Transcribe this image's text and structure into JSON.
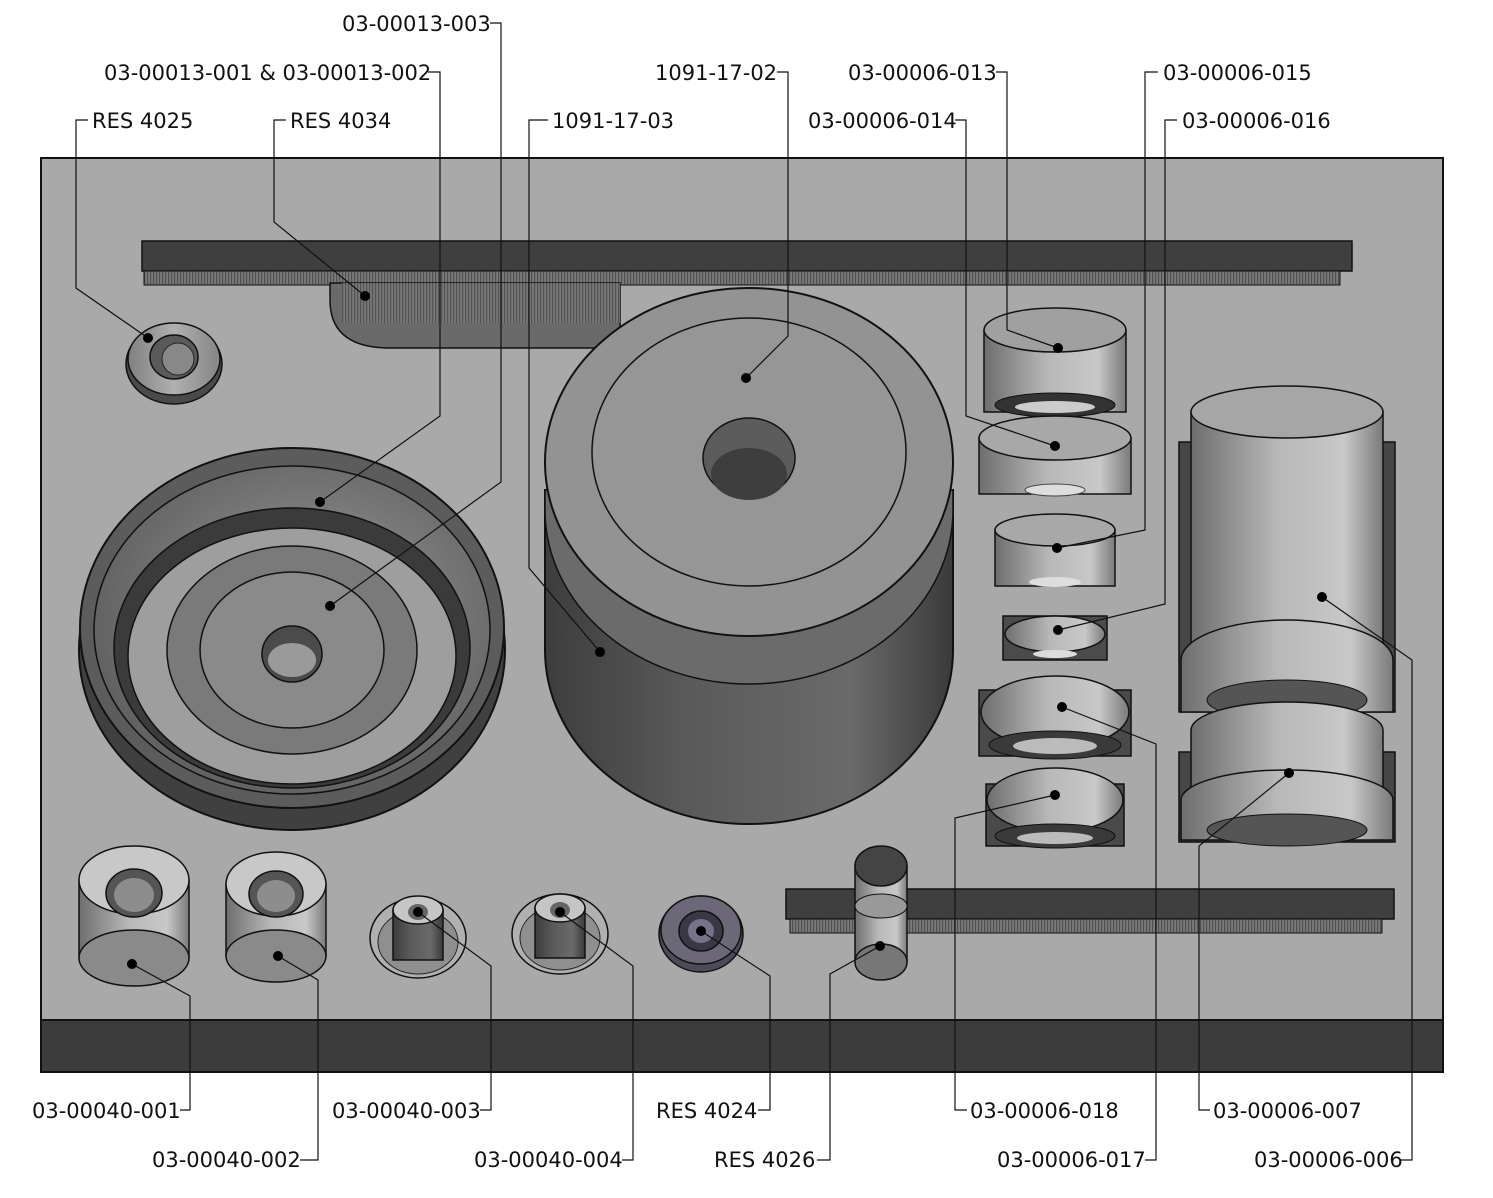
{
  "callouts": {
    "res4025": "RES 4025",
    "res4034": "RES 4034",
    "p13_001_002": "03-00013-001 & 03-00013-002",
    "p13_003": "03-00013-003",
    "p1091_03": "1091-17-03",
    "p1091_02": "1091-17-02",
    "p06_013": "03-00006-013",
    "p06_014": "03-00006-014",
    "p06_015": "03-00006-015",
    "p06_016": "03-00006-016",
    "p40_001": "03-00040-001",
    "p40_002": "03-00040-002",
    "p40_003": "03-00040-003",
    "p40_004": "03-00040-004",
    "res4024": "RES 4024",
    "res4026": "RES 4026",
    "p06_018": "03-00006-018",
    "p06_017": "03-00006-017",
    "p06_007": "03-00006-007",
    "p06_006": "03-00006-006"
  },
  "colors": {
    "tray": "#a9a9a9",
    "tray_edge": "#3c3c3c",
    "part_light": "#b4b4b4",
    "part_dark": "#4a4a4a",
    "ink": "#111111"
  }
}
